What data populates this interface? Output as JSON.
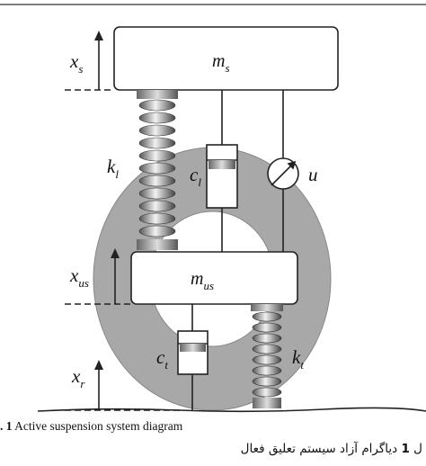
{
  "labels": {
    "ms_main": "m",
    "ms_sub": "s",
    "mus_main": "m",
    "mus_sub": "us",
    "xs_main": "x",
    "xs_sub": "s",
    "xus_main": "x",
    "xus_sub": "us",
    "xr_main": "x",
    "xr_sub": "r",
    "kl_main": "k",
    "kl_sub": "l",
    "cl_main": "c",
    "cl_sub": "l",
    "ct_main": "c",
    "ct_sub": "t",
    "kt_main": "k",
    "kt_sub": "t",
    "u": "u"
  },
  "caption": {
    "en_prefix": ". ",
    "en_number": "1",
    "en_text": " Active suspension system diagram",
    "fa_prefix": "ل ",
    "fa_number": "1",
    "fa_text": " دیاگرام آزاد سیستم تعلیق فعال"
  },
  "colors": {
    "wheel": "#a8a8a8",
    "ink": "#111111"
  }
}
